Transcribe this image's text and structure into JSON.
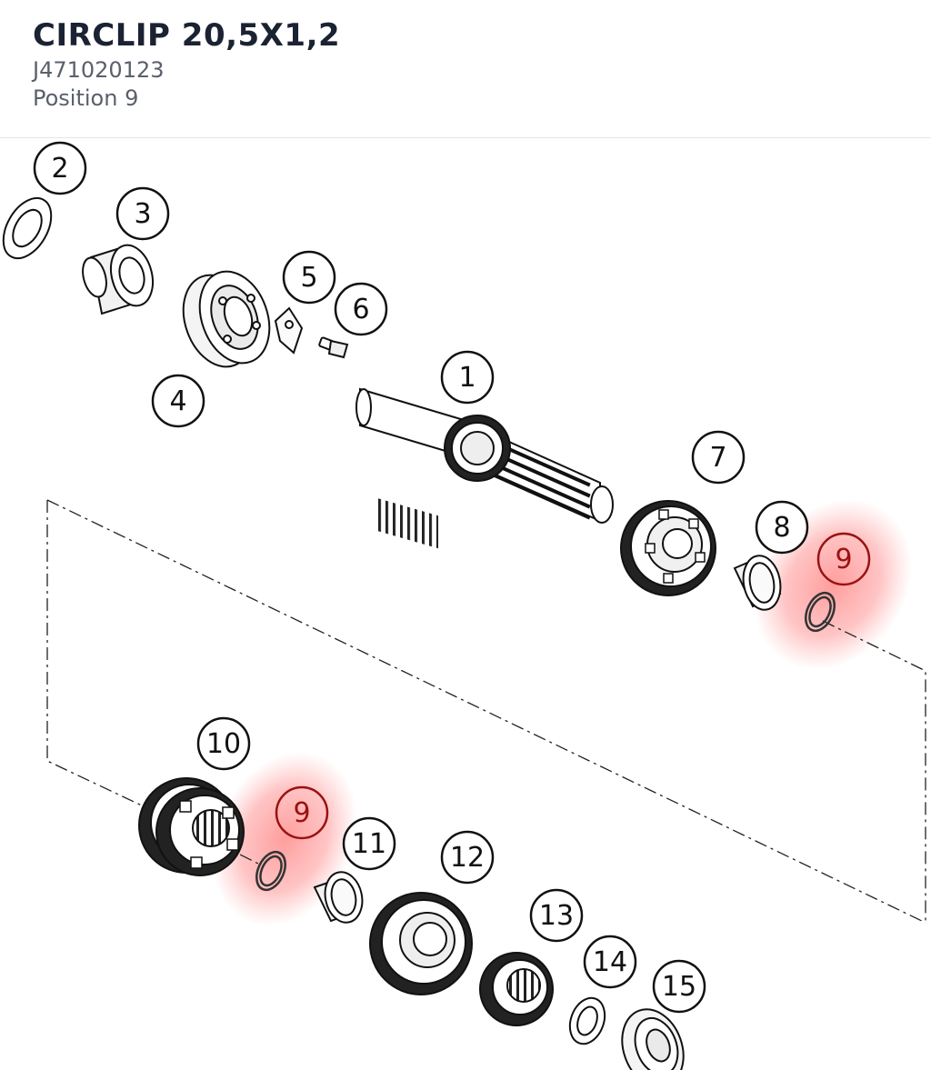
{
  "part": {
    "title": "CIRCLIP 20,5X1,2",
    "number": "J471020123",
    "position": "Position 9"
  },
  "diagram": {
    "highlight_position": "9",
    "highlight_color": "#ff5a5a",
    "callouts": {
      "c1": "1",
      "c2": "2",
      "c3": "3",
      "c4": "4",
      "c5": "5",
      "c6": "6",
      "c7": "7",
      "c8": "8",
      "c9a": "9",
      "c9b": "9",
      "c10": "10",
      "c11": "11",
      "c12": "12",
      "c13": "13",
      "c14": "14",
      "c15": "15"
    }
  }
}
